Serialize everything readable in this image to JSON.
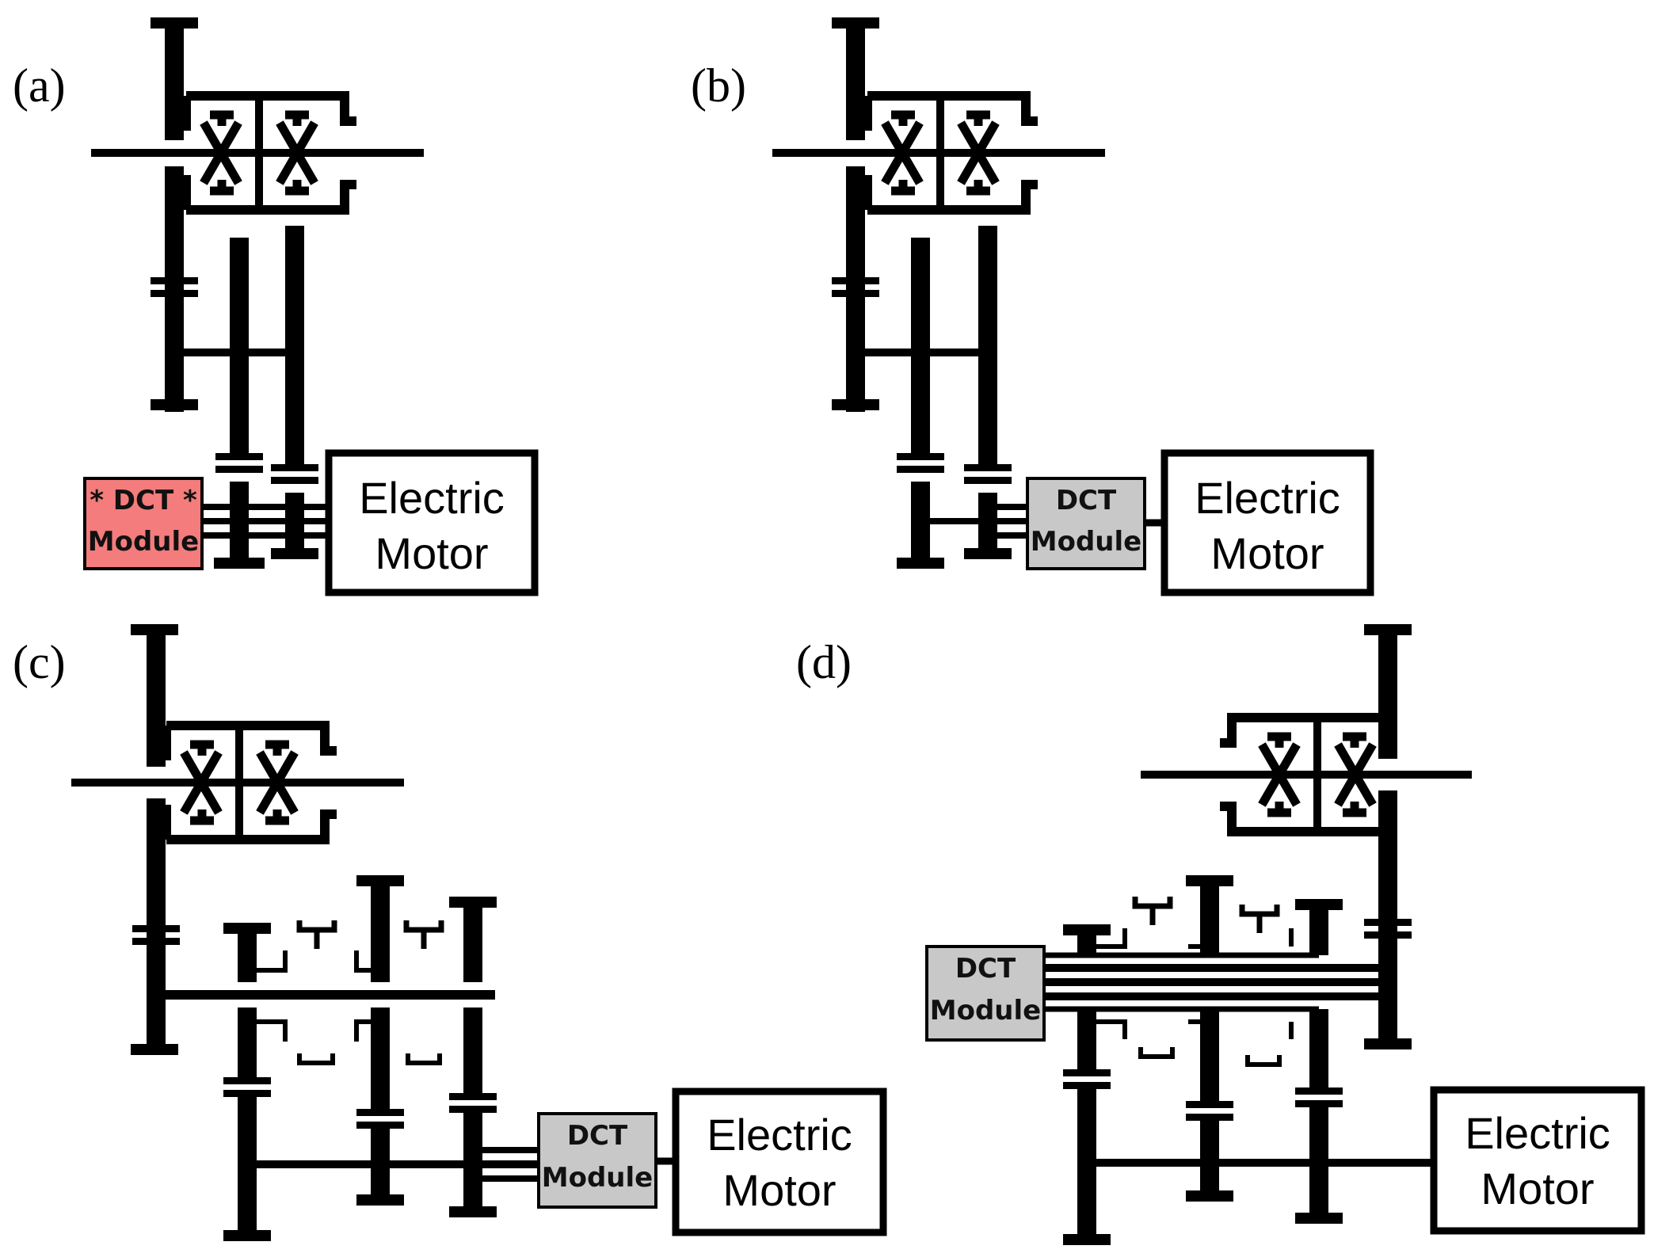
{
  "panels": [
    {
      "label": "(a)",
      "module_line1": "* DCT *",
      "module_line2": "Module",
      "motor_line1": "Electric",
      "motor_line2": "Motor"
    },
    {
      "label": "(b)",
      "module_line1": "DCT",
      "module_line2": "Module",
      "motor_line1": "Electric",
      "motor_line2": "Motor"
    },
    {
      "label": "(c)",
      "module_line1": "DCT",
      "module_line2": "Module",
      "motor_line1": "Electric",
      "motor_line2": "Motor"
    },
    {
      "label": "(d)",
      "module_line1": "DCT",
      "module_line2": "Module",
      "motor_line1": "Electric",
      "motor_line2": "Motor"
    }
  ],
  "colors": {
    "stroke": "#000000",
    "module_highlight": "#f47c7c",
    "module_default": "#c8c8c8",
    "background": "#ffffff"
  },
  "icons": [
    "differential-icon",
    "gear-icon",
    "synchronizer-icon"
  ]
}
